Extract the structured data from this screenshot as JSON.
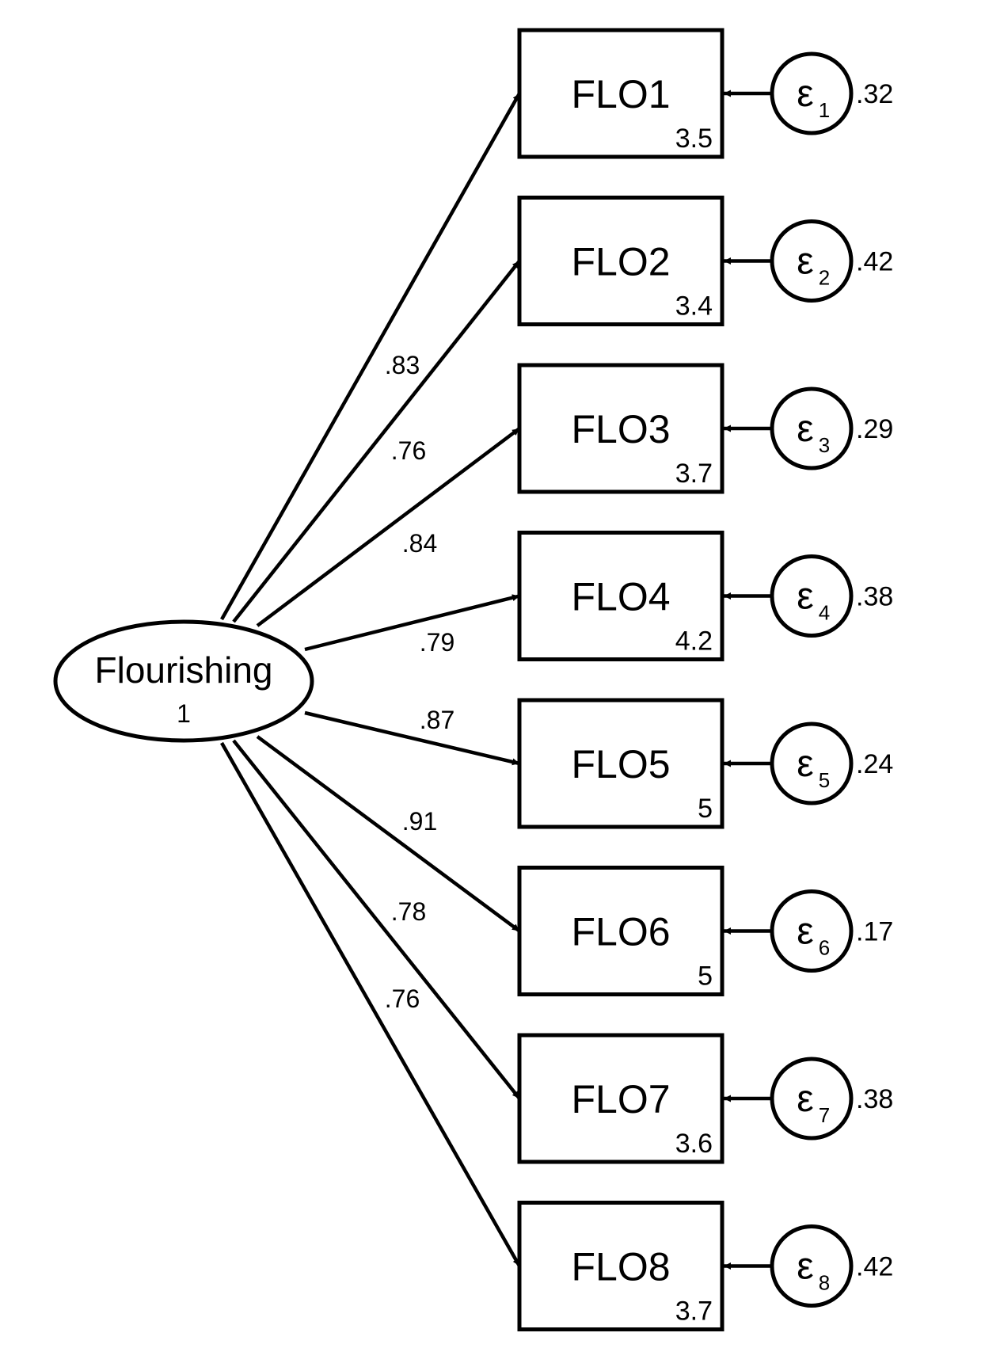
{
  "diagram": {
    "type": "confirmatory factor analysis path diagram",
    "latent": {
      "name": "Flourishing",
      "variance": "1"
    },
    "indicators": [
      {
        "name": "FLO1",
        "intercept": "3.5",
        "loading": ".83",
        "error_symbol": "ε",
        "error_index": "1",
        "error_variance": ".32"
      },
      {
        "name": "FLO2",
        "intercept": "3.4",
        "loading": ".76",
        "error_symbol": "ε",
        "error_index": "2",
        "error_variance": ".42"
      },
      {
        "name": "FLO3",
        "intercept": "3.7",
        "loading": ".84",
        "error_symbol": "ε",
        "error_index": "3",
        "error_variance": ".29"
      },
      {
        "name": "FLO4",
        "intercept": "4.2",
        "loading": ".79",
        "error_symbol": "ε",
        "error_index": "4",
        "error_variance": ".38"
      },
      {
        "name": "FLO5",
        "intercept": "5",
        "loading": ".87",
        "error_symbol": "ε",
        "error_index": "5",
        "error_variance": ".24"
      },
      {
        "name": "FLO6",
        "intercept": "5",
        "loading": ".91",
        "error_symbol": "ε",
        "error_index": "6",
        "error_variance": ".17"
      },
      {
        "name": "FLO7",
        "intercept": "3.6",
        "loading": ".78",
        "error_symbol": "ε",
        "error_index": "7",
        "error_variance": ".38"
      },
      {
        "name": "FLO8",
        "intercept": "3.7",
        "loading": ".76",
        "error_symbol": "ε",
        "error_index": "8",
        "error_variance": ".42"
      }
    ],
    "colors": {
      "stroke": "#000000",
      "background": "#ffffff"
    }
  }
}
